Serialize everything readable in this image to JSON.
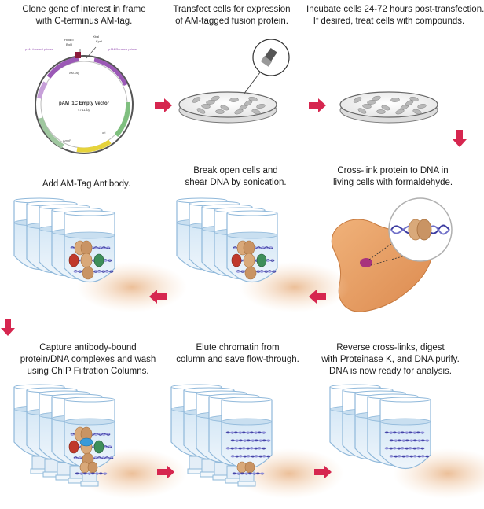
{
  "steps": [
    {
      "lines": [
        "Clone gene of interest in frame",
        "with C-terminus AM-tag."
      ]
    },
    {
      "lines": [
        "Transfect cells for expression",
        "of AM-tagged fusion protein."
      ]
    },
    {
      "lines": [
        "Incubate cells 24-72 hours post-transfection.",
        "If desired, treat cells with compounds."
      ]
    },
    {
      "lines": [
        "Cross-link protein to DNA in",
        "living cells with formaldehyde."
      ]
    },
    {
      "lines": [
        "Break open cells and",
        "shear DNA by sonication."
      ]
    },
    {
      "lines": [
        "Add AM-Tag Antibody."
      ]
    },
    {
      "lines": [
        "Capture antibody-bound",
        "protein/DNA complexes and wash",
        "using ChIP Filtration Columns."
      ]
    },
    {
      "lines": [
        "Elute chromatin from",
        "column and save flow-through."
      ]
    },
    {
      "lines": [
        "Reverse cross-links, digest",
        "with Proteinase K, and DNA purify.",
        "DNA is now ready for analysis."
      ]
    }
  ],
  "plasmid": {
    "name": "pAM_1C Empty Vector",
    "size": "4711 bp",
    "labels": [
      "HindIII",
      "BglII",
      "KpnI",
      "XbaI",
      "pAM forward primer",
      "pAM Reverse primer",
      "AM-tag",
      "AmpR",
      "ori"
    ]
  },
  "colors": {
    "arrow": "#d6264f",
    "column_liquid": "#c9dff0",
    "column_outline": "#8fb8da",
    "shadow": "#f0c9a6",
    "cell": "#e8a06a",
    "nucleus": "#a8337d",
    "dna": "#3a3aa0",
    "protein_tan": "#d9a97a",
    "protein_red": "#c0392b",
    "protein_green": "#3e8f5a",
    "protein_blue": "#3a9ad9"
  }
}
